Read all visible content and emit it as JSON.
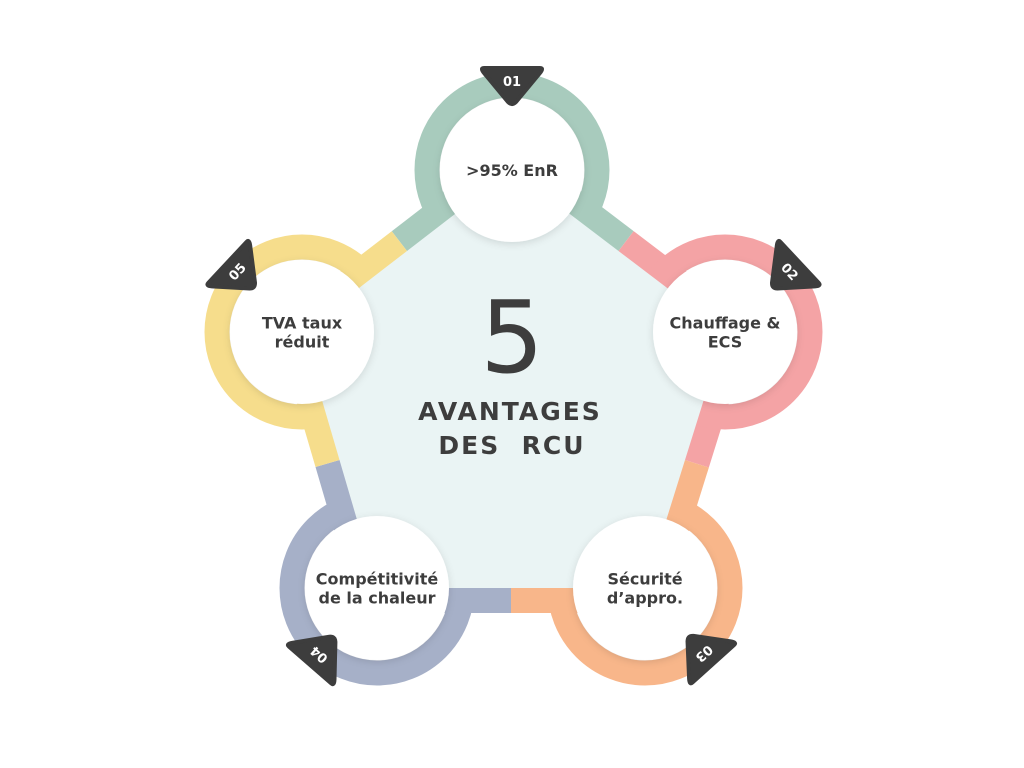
{
  "center": {
    "number": "5",
    "title_line1": "AVANTAGES",
    "title_line2": "DES  RCU"
  },
  "items": [
    {
      "badge": "01",
      "lines": [
        ">95% EnR"
      ],
      "color": "#a8cbbd"
    },
    {
      "badge": "02",
      "lines": [
        "Chauffage &",
        "ECS"
      ],
      "color": "#f4a3a5"
    },
    {
      "badge": "03",
      "lines": [
        "Sécurité",
        "d’appro."
      ],
      "color": "#f8b68a"
    },
    {
      "badge": "04",
      "lines": [
        "Compétitivité",
        "de la chaleur"
      ],
      "color": "#a6b0c8"
    },
    {
      "badge": "05",
      "lines": [
        "TVA taux",
        "réduit"
      ],
      "color": "#f6dd8c"
    }
  ],
  "colors": {
    "pentagon_fill": "#eaf4f4",
    "badge": "#3d3d3d",
    "text": "#3d3d3d"
  }
}
